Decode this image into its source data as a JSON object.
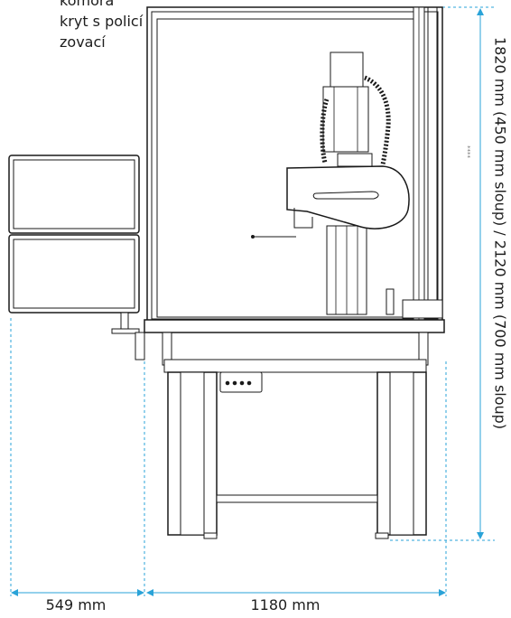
{
  "callout": {
    "lines": [
      "komora",
      "kryt s policí",
      "zovací"
    ]
  },
  "dimensions": {
    "left_width": "549 mm",
    "main_width": "1180 mm",
    "height": "1820 mm (450 mm sloup) / 2120 mm (700 mm sloup)",
    "small_label": "****"
  },
  "colors": {
    "line": "#1a1a1a",
    "dimension": "#2aa3d8",
    "frame_fill": "#ffffff",
    "shade": "#d9d9d9"
  }
}
